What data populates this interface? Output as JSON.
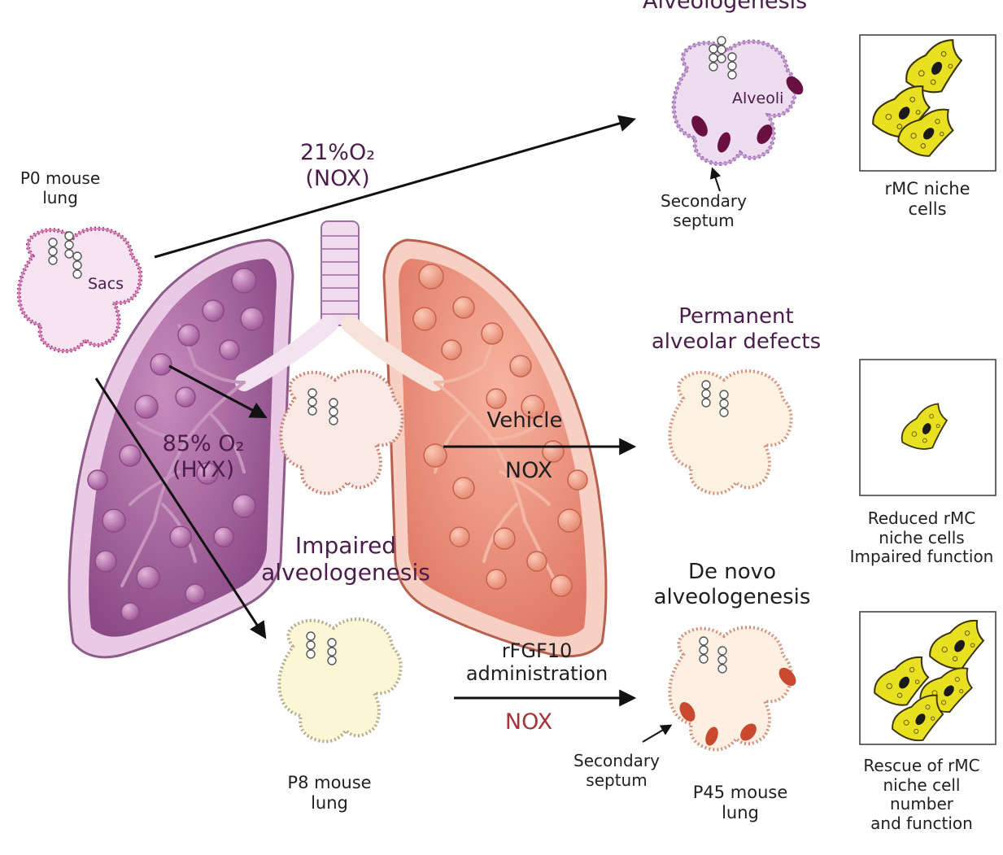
{
  "title_top": "Alveologenesis",
  "p0": {
    "line1": "P0 mouse",
    "line2": "lung",
    "sacs": "Sacs"
  },
  "normoxia": {
    "line1": "21%O₂",
    "line2": "(NOX)"
  },
  "hyperoxia": {
    "line1": "85% O₂",
    "line2": "(HYX)"
  },
  "alveoli_label": "Alveoli",
  "secondary_septum_top": {
    "line1": "Secondary",
    "line2": "septum"
  },
  "rmc_normal": {
    "line1": "rMC niche",
    "line2": "cells"
  },
  "permanent": {
    "line1": "Permanent",
    "line2": "alveolar defects"
  },
  "vehicle": "Vehicle",
  "nox_mid": "NOX",
  "rmc_reduced": {
    "line1": "Reduced rMC",
    "line2": "niche cells",
    "line3": "Impaired function"
  },
  "impaired": {
    "line1": "Impaired",
    "line2": "alveologenesis"
  },
  "denovo": {
    "line1": "De novo",
    "line2": "alveologenesis"
  },
  "rfgf10": {
    "line1": "rFGF10",
    "line2": "administration"
  },
  "nox_bottom": "NOX",
  "p8": {
    "line1": "P8 mouse",
    "line2": "lung"
  },
  "secondary_septum_bottom": {
    "line1": "Secondary",
    "line2": "septum"
  },
  "p45": {
    "line1": "P45 mouse",
    "line2": "lung"
  },
  "rmc_rescue": {
    "line1": "Rescue of rMC",
    "line2": "niche cell",
    "line3": "number",
    "line4": "and function"
  },
  "colors": {
    "left_lung": "#a8609c",
    "right_lung": "#ec9078",
    "plum_text": "#4a1d4a",
    "wine_text": "#a3343a",
    "niche_cell": "#e8e020"
  },
  "icons": [
    "lung-illustration",
    "alveolar-sac",
    "niche-cell",
    "arrow"
  ]
}
